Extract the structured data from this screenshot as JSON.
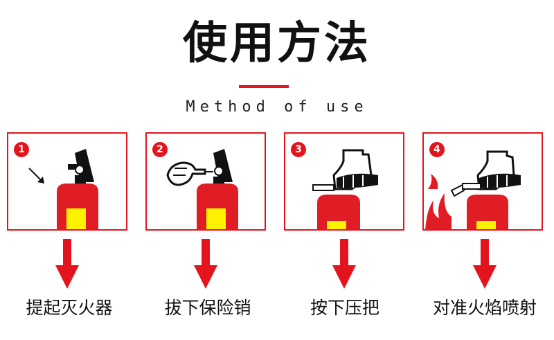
{
  "header": {
    "title": "使用方法",
    "subtitle": "Method of use",
    "accent_color": "#e3141d"
  },
  "steps": [
    {
      "number": "1",
      "label": "提起灭火器",
      "icon": "fire-extinguisher-lift-icon"
    },
    {
      "number": "2",
      "label": "拔下保险销",
      "icon": "pull-safety-pin-icon"
    },
    {
      "number": "3",
      "label": "按下压把",
      "icon": "press-handle-icon"
    },
    {
      "number": "4",
      "label": "对准火焰喷射",
      "icon": "spray-at-fire-icon"
    }
  ],
  "colors": {
    "extinguisher_body": "#e01c24",
    "extinguisher_label": "#fff200",
    "outline": "#111111"
  }
}
